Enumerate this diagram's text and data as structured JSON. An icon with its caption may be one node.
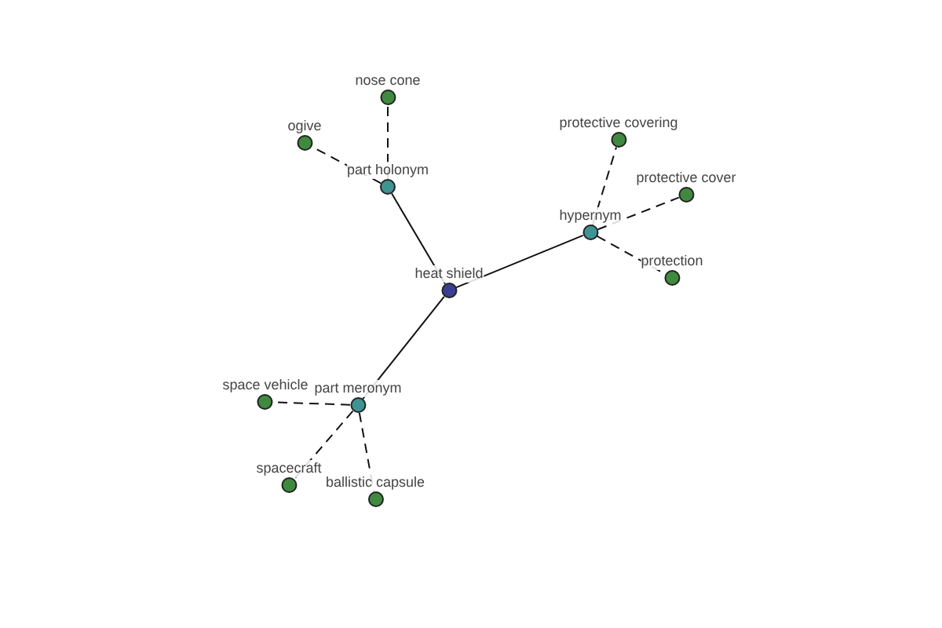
{
  "diagram": {
    "nodes": [
      {
        "text": [
          "nose cone"
        ]
      },
      {
        "text": [
          "ogive"
        ]
      },
      {
        "text": [
          "protective covering"
        ]
      },
      {
        "text": [
          "part holonym"
        ]
      },
      {
        "text": [
          "protective cover"
        ]
      },
      {
        "text": [
          "hypernym"
        ]
      },
      {
        "text": [
          "protection"
        ]
      },
      {
        "text": [
          "heat shield"
        ]
      },
      {
        "text": [
          "space vehicle"
        ]
      },
      {
        "text": [
          "part meronym"
        ]
      },
      {
        "text": [
          "spacecraft"
        ]
      },
      {
        "text": [
          "ballistic capsule"
        ]
      }
    ],
    "edges": [
      {
        "from": 7,
        "to": 3,
        "arrow": "none"
      },
      {
        "from": 7,
        "to": 5,
        "arrow": "none"
      },
      {
        "from": 7,
        "to": 9,
        "arrow": "none"
      },
      {
        "from": 3,
        "to": 0,
        "arrow": "none",
        "style": "dashed"
      },
      {
        "from": 3,
        "to": 1,
        "arrow": "none",
        "style": "dashed"
      },
      {
        "from": 5,
        "to": 2,
        "arrow": "none",
        "style": "dashed"
      },
      {
        "from": 5,
        "to": 4,
        "arrow": "none",
        "style": "dashed"
      },
      {
        "from": 5,
        "to": 6,
        "arrow": "none",
        "style": "dashed"
      },
      {
        "from": 9,
        "to": 8,
        "arrow": "none",
        "style": "dashed"
      },
      {
        "from": 9,
        "to": 10,
        "arrow": "none",
        "style": "dashed"
      },
      {
        "from": 9,
        "to": 11,
        "arrow": "none",
        "style": "dashed"
      }
    ]
  }
}
